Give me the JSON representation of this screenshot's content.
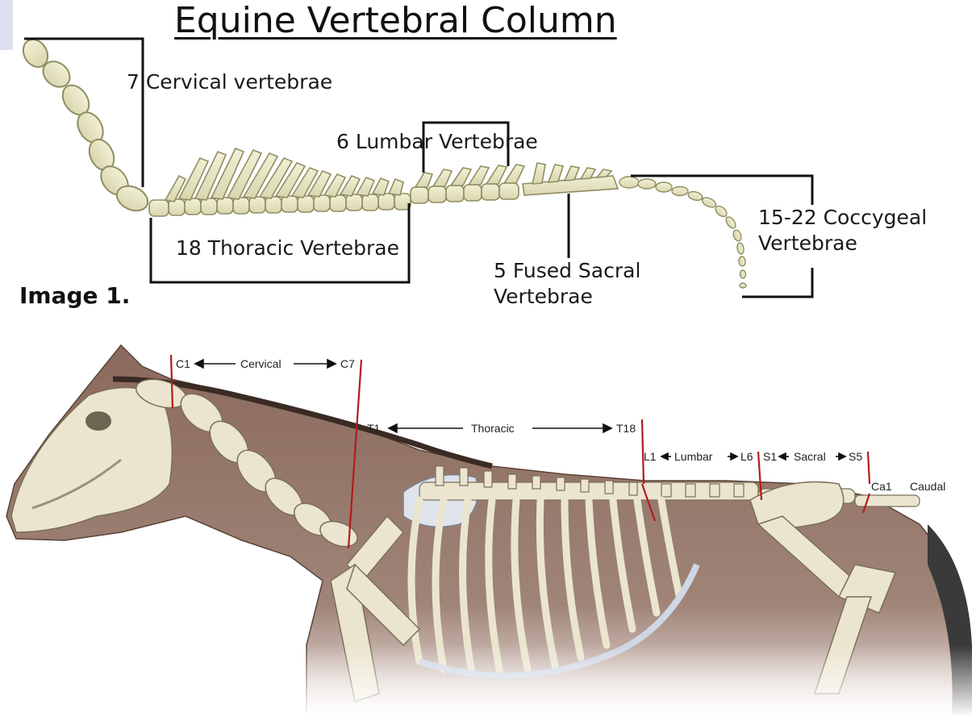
{
  "title": "Equine Vertebral Column",
  "image1": {
    "label": "Image 1.",
    "cervical": "7 Cervical vertebrae",
    "lumbar": "6 Lumbar Vertebrae",
    "thoracic": "18 Thoracic Vertebrae",
    "sacral_line1": "5 Fused Sacral",
    "sacral_line2": "Vertebrae",
    "coccygeal_line1": "15-22 Coccygeal",
    "coccygeal_line2": "Vertebrae"
  },
  "image2": {
    "c1": "C1",
    "cervical": "Cervical",
    "c7": "C7",
    "t1": "T1",
    "thoracic": "Thoracic",
    "t18": "T18",
    "l1": "L1",
    "lumbar": "Lumbar",
    "l6": "L6",
    "s1": "S1",
    "sacral": "Sacral",
    "s5": "S5",
    "ca1": "Ca1",
    "caudal": "Caudal"
  },
  "colors": {
    "bone": "#e8e6c4",
    "bone_outline": "#9a9a70",
    "horse_body": "#8a6a5a",
    "skeleton_bone": "#ece6d0",
    "marker_red": "#b01c1c"
  }
}
